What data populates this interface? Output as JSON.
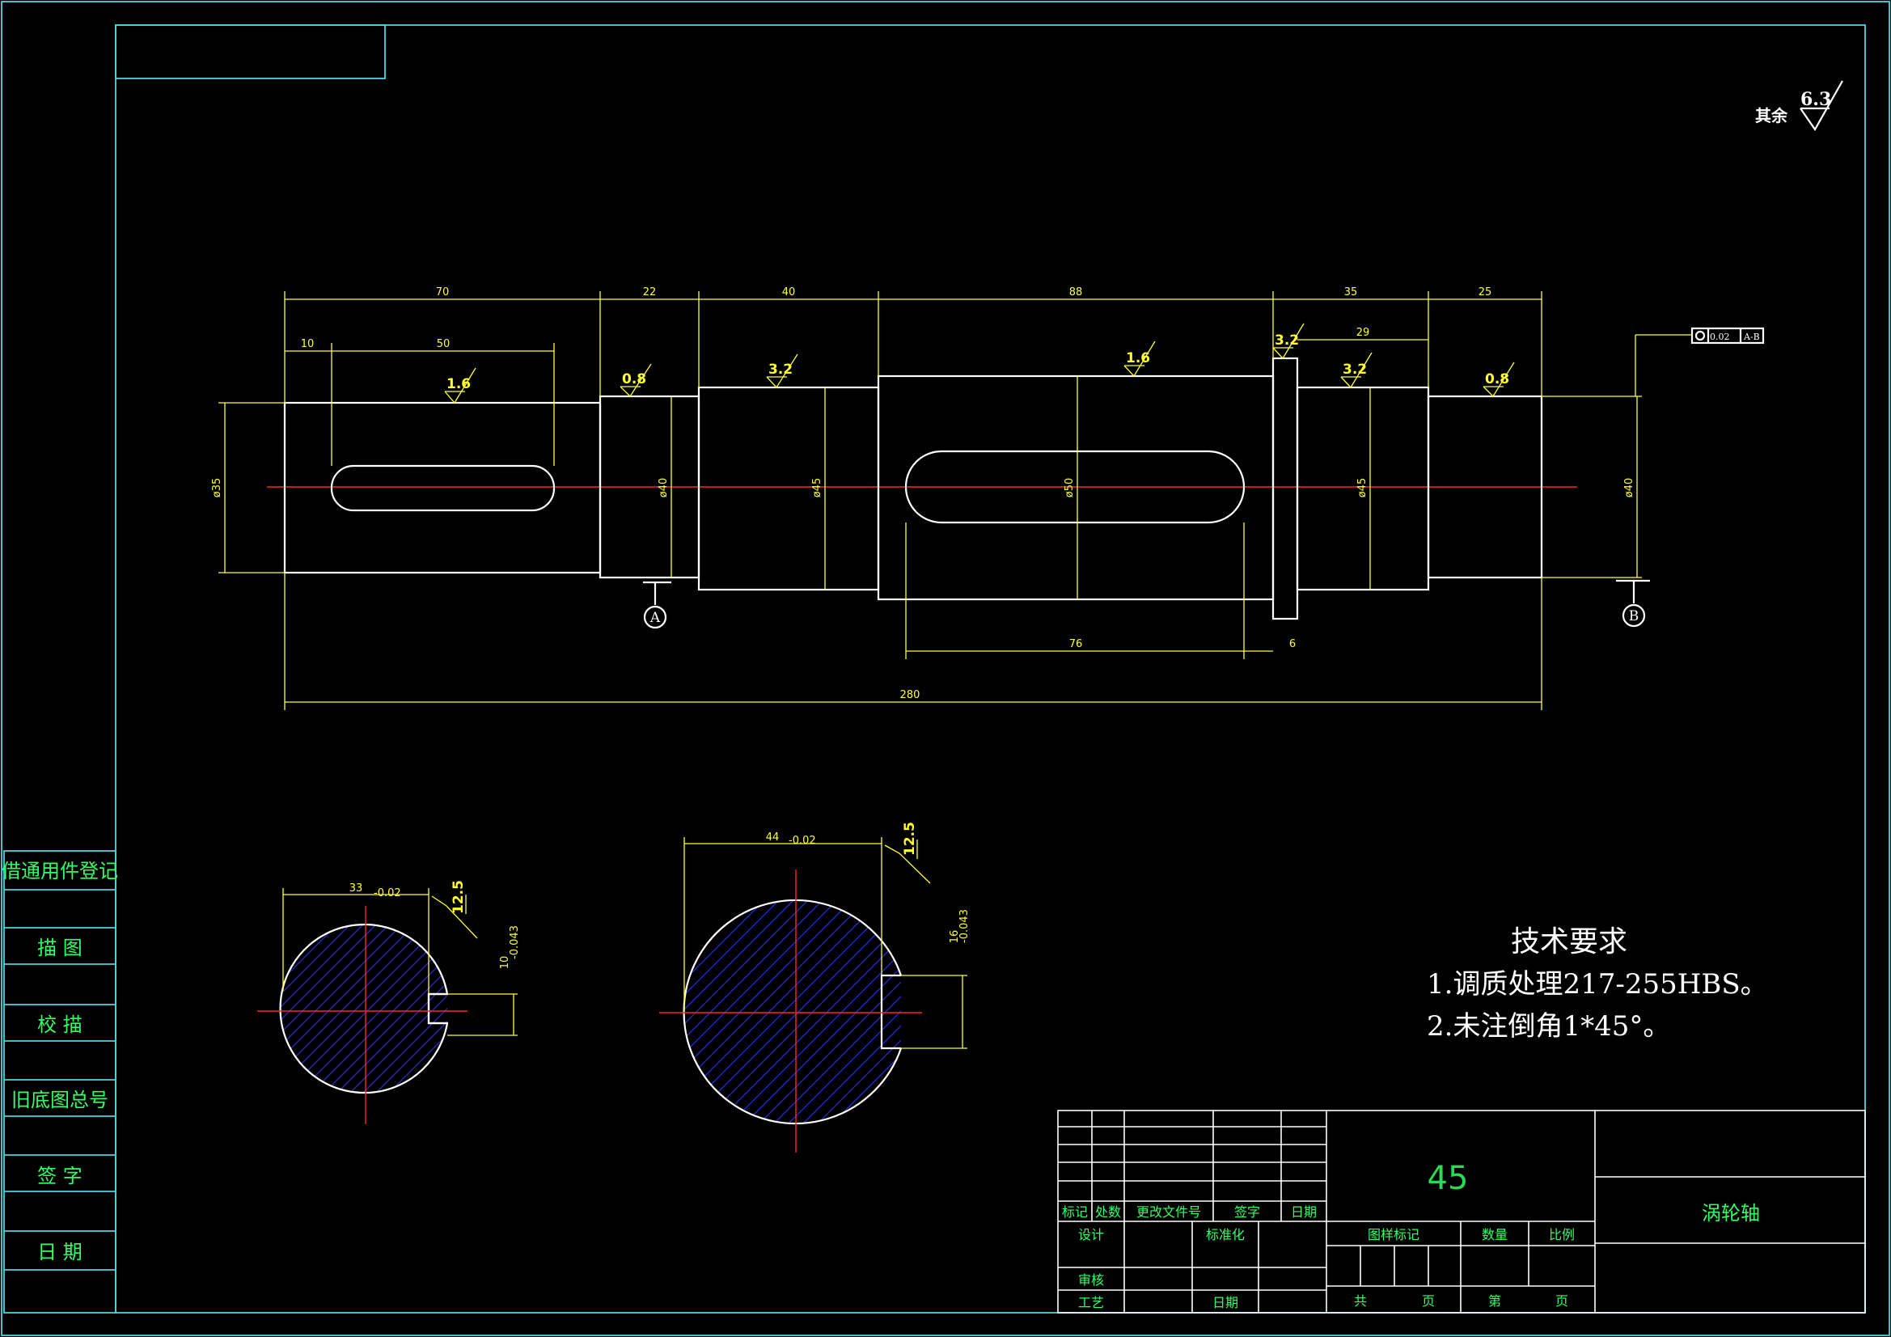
{
  "top_right": {
    "label": "其余",
    "value": "6.3"
  },
  "dimensions": {
    "d70": "70",
    "d22": "22",
    "d40": "40",
    "d88": "88",
    "d35": "35",
    "d25": "25",
    "d10": "10",
    "d50": "50",
    "d29": "29",
    "d76": "76",
    "d6": "6",
    "d280": "280",
    "phi35": "ø35",
    "phi40": "ø40",
    "phi45a": "ø45",
    "phi50": "ø50",
    "phi45b": "ø45",
    "phi40b": "ø40"
  },
  "roughness": {
    "r1": "1.6",
    "r2": "0.8",
    "r3": "3.2",
    "r4": "1.6",
    "r5": "3.2",
    "r6": "3.2",
    "r7": "0.8"
  },
  "datums": {
    "a": "A",
    "b": "B"
  },
  "tolerance_frame": {
    "value": "0.02",
    "ref": "A-B"
  },
  "sections": {
    "left": {
      "width": "33",
      "tol": "-0.02",
      "rough": "12.5",
      "depth": "10",
      "dtol": "-0.043"
    },
    "right": {
      "width": "44",
      "tol": "-0.02",
      "rough": "12.5",
      "depth": "16",
      "dtol": "-0.043"
    }
  },
  "tech": {
    "title": "技术要求",
    "line1": "1.调质处理217-255HBS。",
    "line2": "2.未注倒角1*45°。"
  },
  "left_strip": {
    "items": [
      "借通用件登记",
      "描  图",
      "校  描",
      "旧底图总号",
      "签  字",
      "日  期"
    ]
  },
  "title_block": {
    "material": "45",
    "part_name": "涡轮轴",
    "labels": {
      "mark": "标记",
      "count": "处数",
      "doc": "更改文件号",
      "sign": "签字",
      "date": "日期",
      "design": "设计",
      "std": "标准化",
      "review": "审核",
      "process": "工艺",
      "date2": "日期",
      "sample": "图样标记",
      "qty": "数量",
      "scale": "比例",
      "total": "共",
      "page": "页",
      "nth": "第",
      "page2": "页"
    }
  }
}
